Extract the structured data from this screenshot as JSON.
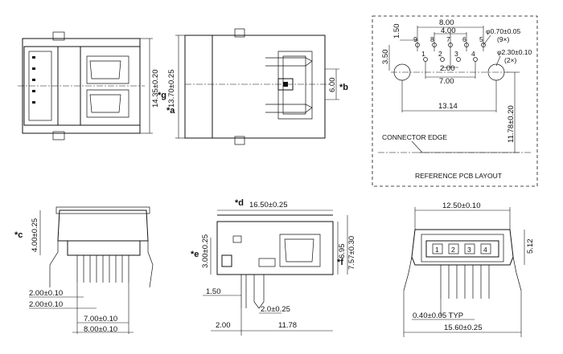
{
  "labels": {
    "g": "*g",
    "a": "*a",
    "b": "*b",
    "c": "*c",
    "d": "*d",
    "e": "*e",
    "f": "*f"
  },
  "dims": {
    "d_14_35": "14.35±0.20",
    "d_13_70": "13.70±0.25",
    "d_6_00": "6.00",
    "d_8_00": "8.00",
    "d_4_00": "4.00",
    "d_1_50_top": "1.50",
    "d_3_50": "3.50",
    "d_2_00_top": "2.00",
    "d_7_00_top": "7.00",
    "d_13_14": "13.14",
    "d_11_78_top": "11.78±0.20",
    "d_hole_small": "φ0.70±0.05",
    "d_hole_small_qty": "(9×)",
    "d_hole_big": "φ2.30±0.10",
    "d_hole_big_qty": "(2×)",
    "d_4_00_side": "4.00±0.25",
    "d_2_00_a": "2.00±0.10",
    "d_2_00_b": "2.00±0.10",
    "d_7_00_bot": "7.00±0.10",
    "d_8_00_bot": "8.00±0.10",
    "d_16_50": "16.50±0.25",
    "d_3_00": "3.00±0.25",
    "d_6_95": "6.95",
    "d_7_57": "7.57±0.30",
    "d_1_50_bot": "1.50",
    "d_2_0": "2.0±0.25",
    "d_2_00_bot": "2.00",
    "d_11_78_bot": "11.78",
    "d_12_50": "12.50±0.10",
    "d_5_12": "5.12",
    "d_0_40": "0.40±0.05 TYP",
    "d_15_60": "15.60±0.25"
  },
  "pcb": {
    "connector_edge": "CONNECTOR EDGE",
    "reference": "REFERENCE PCB LAYOUT",
    "pin_numbers": [
      "9",
      "8",
      "7",
      "6",
      "5",
      "1",
      "2",
      "3",
      "4"
    ]
  },
  "front_view": {
    "pin_numbers": [
      "1",
      "2",
      "3",
      "4"
    ]
  }
}
